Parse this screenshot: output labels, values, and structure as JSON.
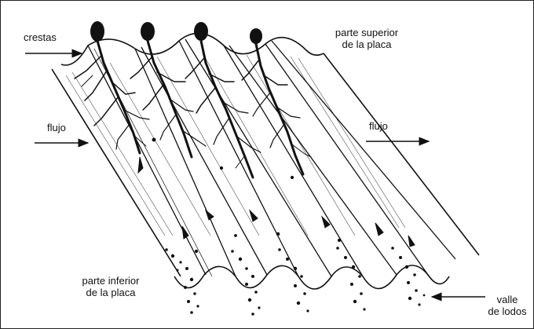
{
  "labels": {
    "crests": "crestas",
    "top_line1": "parte superior",
    "top_line2": "de la placa",
    "flow_left": "flujo",
    "flow_right": "flujo",
    "bottom_line1": "parte inferior",
    "bottom_line2": "de la placa",
    "sludge_line1": "valle",
    "sludge_line2": "de lodos"
  },
  "colors": {
    "ink": "#111111",
    "frame": "#222222",
    "background": "#ffffff"
  },
  "icons": [
    "arrow-right-icon",
    "arrow-left-icon"
  ],
  "plate_channel_count": 5
}
